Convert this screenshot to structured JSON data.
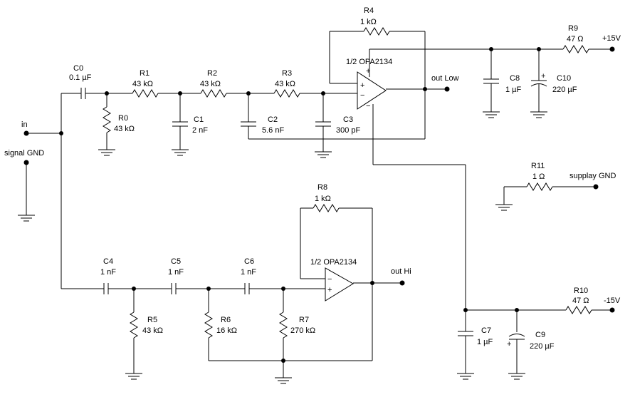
{
  "input": {
    "in_label": "in",
    "signal_gnd_label": "signal GND"
  },
  "components": {
    "C0": {
      "name": "C0",
      "value": "0.1 µF"
    },
    "R0": {
      "name": "R0",
      "value": "43 kΩ"
    },
    "R1": {
      "name": "R1",
      "value": "43 kΩ"
    },
    "C1": {
      "name": "C1",
      "value": "2 nF"
    },
    "R2": {
      "name": "R2",
      "value": "43 kΩ"
    },
    "C2": {
      "name": "C2",
      "value": "5.6 nF"
    },
    "R3": {
      "name": "R3",
      "value": "43 kΩ"
    },
    "C3": {
      "name": "C3",
      "value": "300 pF"
    },
    "R4": {
      "name": "R4",
      "value": "1 kΩ"
    },
    "U1": {
      "name": "1/2 OPA2134"
    },
    "C8": {
      "name": "C8",
      "value": "1 µF"
    },
    "C10": {
      "name": "C10",
      "value": "220 µF"
    },
    "R9": {
      "name": "R9",
      "value": "47 Ω"
    },
    "R11": {
      "name": "R11",
      "value": "1 Ω"
    },
    "R8": {
      "name": "R8",
      "value": "1 kΩ"
    },
    "U2": {
      "name": "1/2 OPA2134"
    },
    "C4": {
      "name": "C4",
      "value": "1 nF"
    },
    "C5": {
      "name": "C5",
      "value": "1 nF"
    },
    "C6": {
      "name": "C6",
      "value": "1 nF"
    },
    "R5": {
      "name": "R5",
      "value": "43 kΩ"
    },
    "R6": {
      "name": "R6",
      "value": "16 kΩ"
    },
    "R7": {
      "name": "R7",
      "value": "270 kΩ"
    },
    "C7": {
      "name": "C7",
      "value": "1 µF"
    },
    "C9": {
      "name": "C9",
      "value": "220 µF"
    },
    "R10": {
      "name": "R10",
      "value": "47 Ω"
    }
  },
  "outputs": {
    "out_low": "out Low",
    "out_hi": "out Hi"
  },
  "supply": {
    "plus15": "+15V",
    "minus15": "-15V",
    "supply_gnd": "supplay GND"
  },
  "opamp_pins": {
    "plus": "+",
    "minus": "−",
    "cap_plus": "+"
  }
}
